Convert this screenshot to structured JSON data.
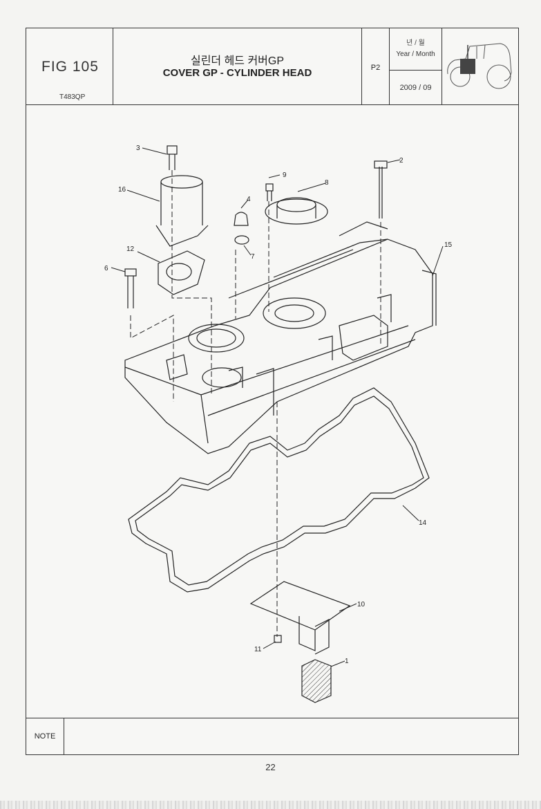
{
  "header": {
    "fig_label": "FIG 105",
    "model_code": "T483QP",
    "title_kr": "실린더 헤드 커버GP",
    "title_en": "COVER GP - CYLINDER HEAD",
    "page_code": "P2",
    "date_label_kr": "년 / 월",
    "date_label_en": "Year / Month",
    "date_value": "2009 / 09"
  },
  "thumbnail": {
    "icon": "tractor-icon"
  },
  "diagram": {
    "callouts": [
      "1",
      "2",
      "3",
      "4",
      "6",
      "7",
      "8",
      "9",
      "10",
      "11",
      "12",
      "14",
      "15",
      "16"
    ]
  },
  "note": {
    "label": "NOTE"
  },
  "footer": {
    "page_number": "22"
  }
}
